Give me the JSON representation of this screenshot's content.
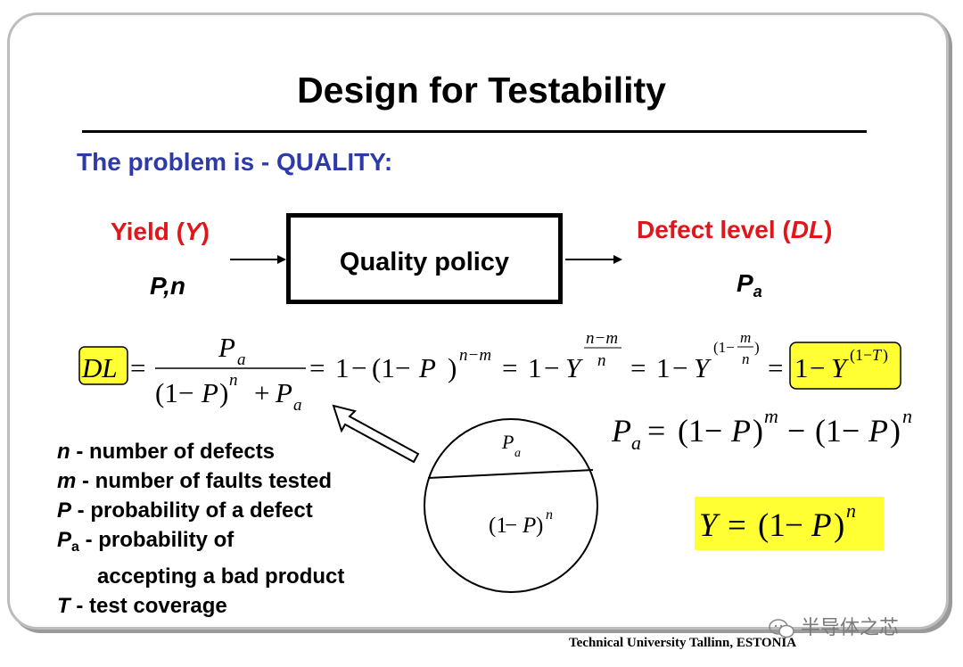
{
  "title": "Design for Testability",
  "problem": "The problem is - QUALITY:",
  "yield": {
    "prefix": "Yield (",
    "symbol": "Y",
    "suffix": ")"
  },
  "inputs": "P,n",
  "quality_policy": "Quality policy",
  "defect_level": {
    "prefix": "Defect level (",
    "symbol": "DL",
    "suffix": ")"
  },
  "output_symbol": {
    "main": "P",
    "sub": "a"
  },
  "formulas": {
    "dl": "DL",
    "yield_eq": "Y = (1 − P)^n",
    "pa_eq": "P_a = (1 − P)^m − (1 − P)^n",
    "circle_top": "P_a",
    "circle_bottom": "(1 − P)^n"
  },
  "legend": [
    {
      "symbol": "n",
      "text": " - number of defects"
    },
    {
      "symbol": "m",
      "text": " - number of faults tested"
    },
    {
      "symbol": "P",
      "text": " - probability of a defect"
    },
    {
      "symbol": "P",
      "sub": "a",
      "text": " - probability of",
      "continuation": "accepting a bad product"
    },
    {
      "symbol": "T",
      "text": " - test coverage"
    }
  ],
  "footer": "Technical University Tallinn, ESTONIA",
  "watermark": "半导体之芯",
  "colors": {
    "title_blue": "#2e3aa8",
    "red": "#e0161b",
    "highlight": "#ffff33"
  }
}
